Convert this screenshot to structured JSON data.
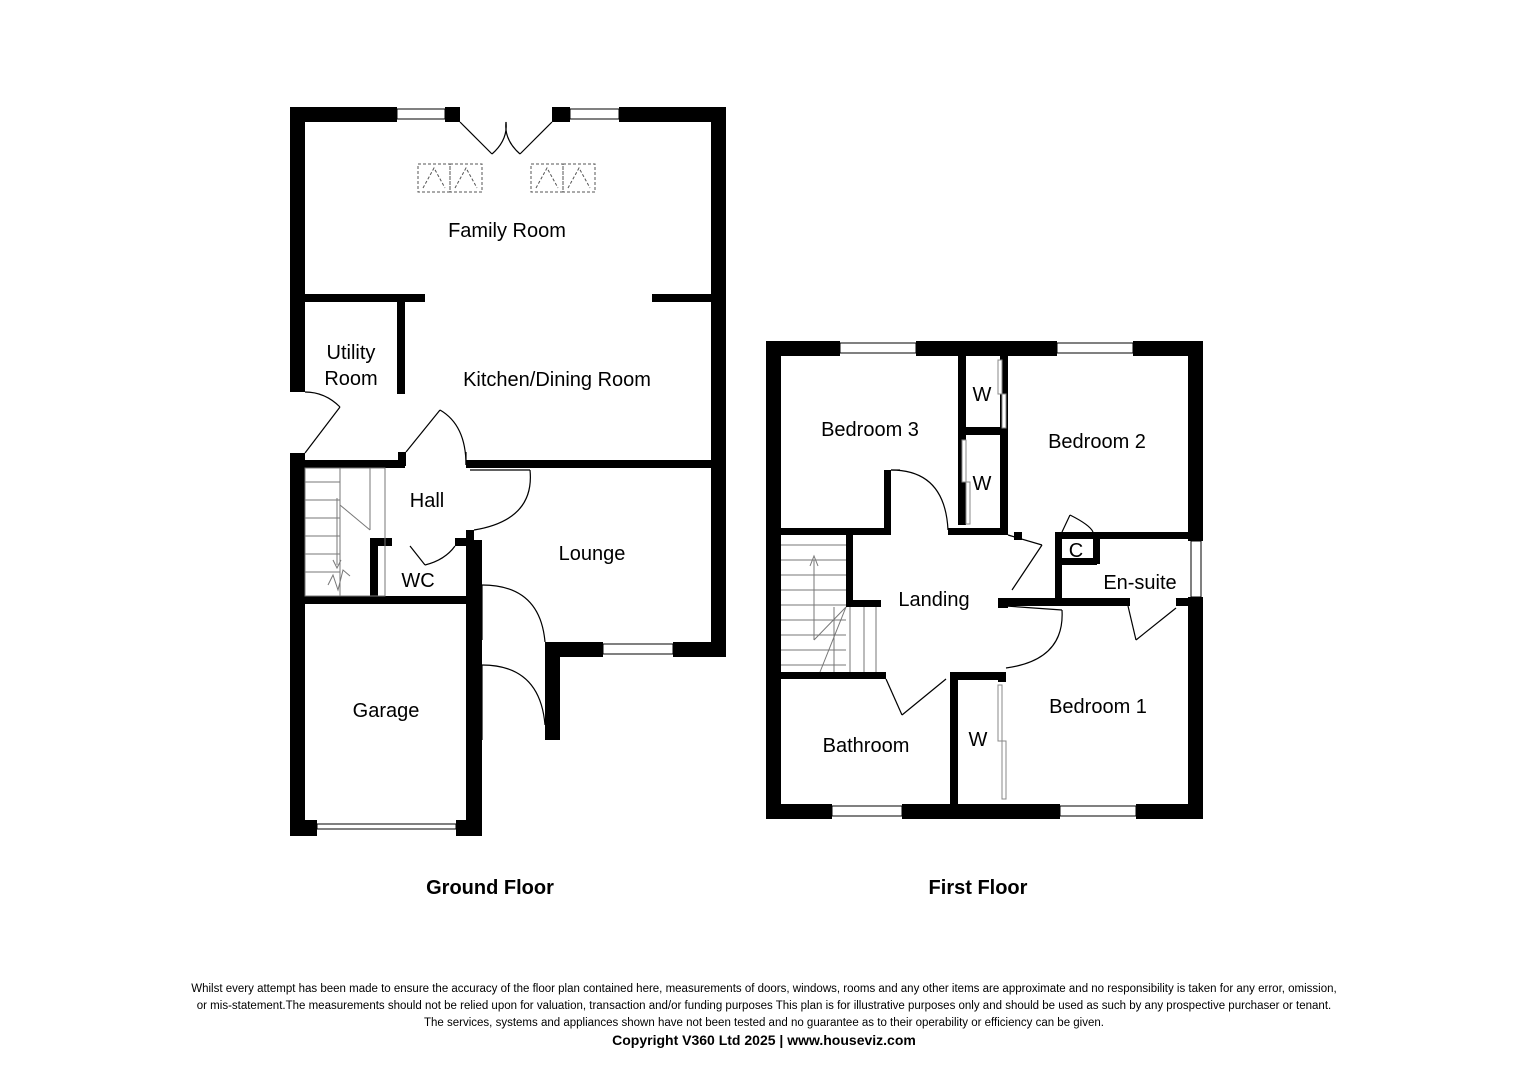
{
  "ground_floor": {
    "title": "Ground Floor",
    "rooms": {
      "family_room": "Family Room",
      "kitchen_dining": "Kitchen/Dining Room",
      "utility_line1": "Utility",
      "utility_line2": "Room",
      "hall": "Hall",
      "lounge": "Lounge",
      "wc": "WC",
      "garage": "Garage"
    }
  },
  "first_floor": {
    "title": "First Floor",
    "rooms": {
      "bedroom3": "Bedroom 3",
      "bedroom2": "Bedroom 2",
      "bedroom1": "Bedroom 1",
      "landing": "Landing",
      "ensuite": "En-suite",
      "bathroom": "Bathroom",
      "cupboard": "C",
      "wardrobe1": "W",
      "wardrobe2": "W",
      "wardrobe3": "W"
    }
  },
  "footer": {
    "disclaimer_line1": "Whilst every attempt has been made to ensure the accuracy of the floor plan contained here, measurements of doors, windows, rooms and any other items are approximate and no responsibility is taken for any error, omission,",
    "disclaimer_line2": "or mis-statement.The measurements should not be relied upon for valuation, transaction and/or funding purposes This plan is for illustrative purposes only and should be used as such by any prospective purchaser or tenant.",
    "disclaimer_line3": "The services, systems and appliances shown have not been tested and no guarantee as to their operability or efficiency can be given.",
    "copyright": "Copyright V360 Ltd 2025 | www.houseviz.com"
  },
  "colors": {
    "wall": "#000000",
    "background": "#ffffff",
    "fixture": "#777777"
  }
}
